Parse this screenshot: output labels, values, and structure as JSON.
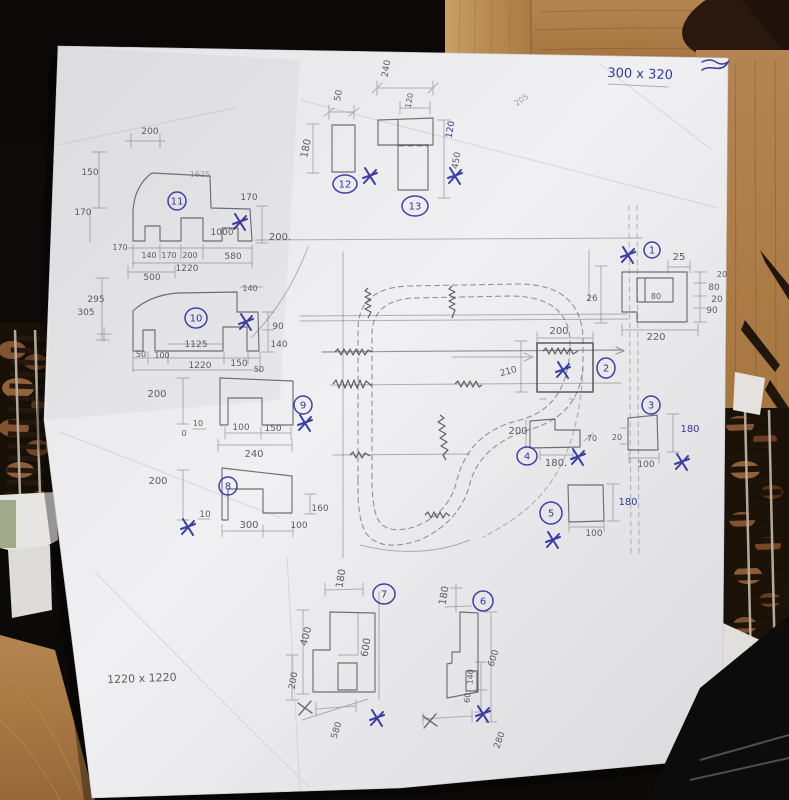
{
  "colors": {
    "ink_blue": "#2c2e9c",
    "pencil_gray": "#4b4b55",
    "paper_white": "#ececef",
    "wood_brown": "#b08050"
  },
  "notes": {
    "board_note": "300 x 320",
    "base_note": "1220 x 1220"
  },
  "part_numbers": [
    "1",
    "2",
    "3",
    "4",
    "5",
    "6",
    "7",
    "8",
    "9",
    "10",
    "11",
    "12",
    "13"
  ],
  "dims": {
    "p11": [
      "200",
      "150",
      "170",
      "1625",
      "170",
      "1000",
      "200.",
      "170",
      "140",
      "170",
      "200",
      "580",
      "1220",
      "500"
    ],
    "p10": [
      "295",
      "305",
      "140",
      "1125",
      "90",
      "140",
      "50",
      "100",
      "1220",
      "150",
      "50"
    ],
    "p9": [
      "200",
      "10",
      "0",
      "100",
      "150",
      "240"
    ],
    "p8": [
      "200",
      "10",
      "300",
      "100",
      "160"
    ],
    "p1": [
      "25",
      "80",
      "26",
      "20",
      "80",
      "20",
      "90",
      "220"
    ],
    "p2": [
      "200",
      "210"
    ],
    "p3": [
      "20",
      "180",
      "100"
    ],
    "p4": [
      "200",
      "70",
      "180."
    ],
    "p5": [
      "180",
      "100"
    ],
    "p12": [
      "50",
      "180"
    ],
    "p13": [
      "240",
      "120",
      "205",
      "120",
      "450"
    ],
    "p7": [
      "180",
      "400",
      "600",
      "200",
      "580"
    ],
    "p6": [
      "180",
      "600",
      "140",
      "60",
      "280"
    ]
  }
}
